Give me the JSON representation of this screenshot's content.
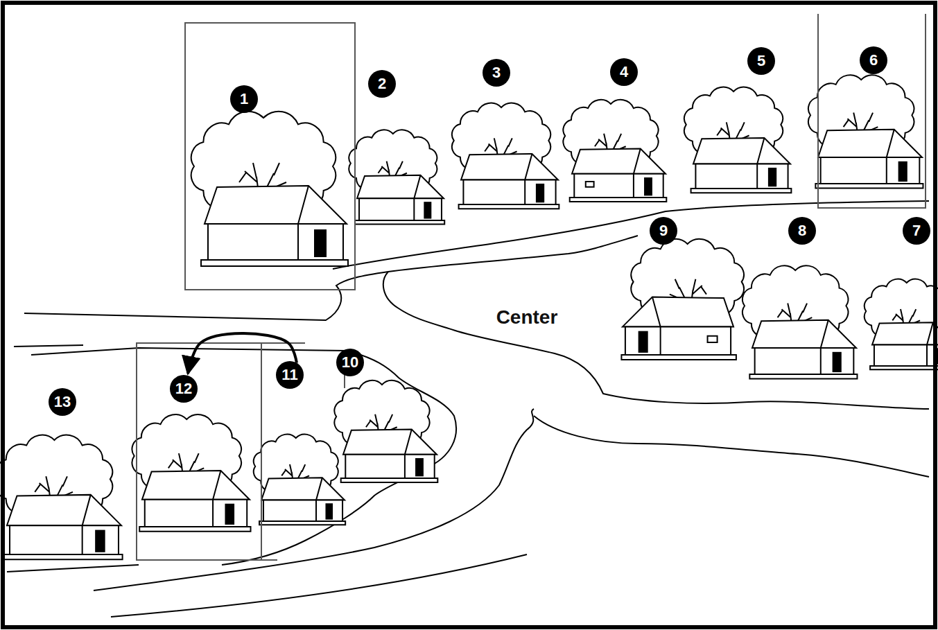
{
  "diagram": {
    "nodes": [
      {
        "text": [
          "1"
        ]
      },
      {
        "text": [
          "2"
        ]
      },
      {
        "text": [
          "3"
        ]
      },
      {
        "text": [
          "4"
        ]
      },
      {
        "text": [
          "5"
        ]
      },
      {
        "text": [
          "6"
        ]
      },
      {
        "text": [
          "7"
        ]
      },
      {
        "text": [
          "8"
        ]
      },
      {
        "text": [
          "9"
        ]
      },
      {
        "text": [
          "10"
        ]
      },
      {
        "text": [
          "11"
        ]
      },
      {
        "text": [
          "12"
        ]
      },
      {
        "text": [
          "13"
        ]
      }
    ],
    "edges": [
      {
        "from": 10,
        "to": 11,
        "arrow": "to"
      }
    ],
    "labels": [
      "Center"
    ]
  }
}
